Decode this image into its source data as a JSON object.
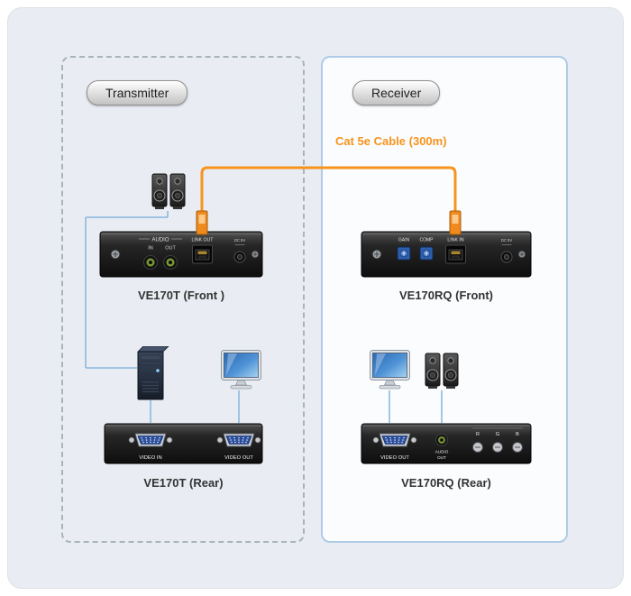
{
  "panels": {
    "transmitter": {
      "label": "Transmitter"
    },
    "receiver": {
      "label": "Receiver"
    }
  },
  "cable": {
    "label": "Cat 5e Cable (300m)",
    "color": "#F7941D"
  },
  "colors": {
    "accent_orange": "#F7941D",
    "line_blue": "#86B7DD",
    "panel_border_blue": "#AECBE7",
    "background": "#E9EDF3"
  },
  "icons": {
    "transmitter_side": [
      "speakers-icon",
      "computer-tower-icon",
      "monitor-icon"
    ],
    "receiver_side": [
      "monitor-icon",
      "speakers-icon"
    ]
  },
  "devices": {
    "ve170t_front": {
      "label": "VE170T (Front )",
      "audio_label": "AUDIO",
      "audio_in": "IN",
      "audio_out": "OUT",
      "link_label": "LINK OUT",
      "power_label": "DC 5V"
    },
    "ve170rq_front": {
      "label": "VE170RQ (Front)",
      "gain_label": "GAIN",
      "comp_label": "COMP",
      "link_label": "LINK IN",
      "power_label": "DC 5V"
    },
    "ve170t_rear": {
      "label": "VE170T (Rear)",
      "video_in": "VIDEO IN",
      "video_out": "VIDEO OUT"
    },
    "ve170rq_rear": {
      "label": "VE170RQ (Rear)",
      "video_out": "VIDEO OUT",
      "audio_line1": "AUDIO",
      "audio_line2": "OUT",
      "r": "R",
      "g": "G",
      "b": "B"
    }
  }
}
